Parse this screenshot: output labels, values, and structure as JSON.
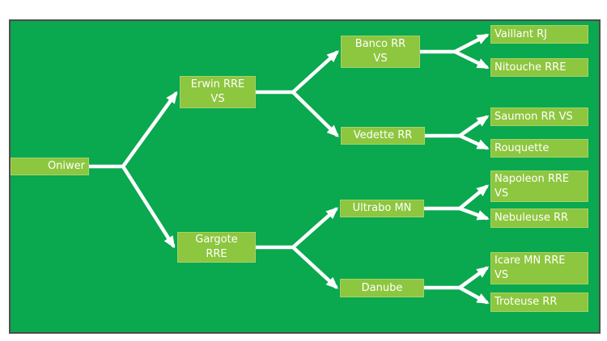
{
  "colors": {
    "page_background": "#ffffff",
    "panel_background": "#0aa84f",
    "panel_border": "#4c4c4c",
    "node_background": "#8dc63f",
    "node_text": "#ffffff",
    "connector": "#ffffff"
  },
  "nodes": [
    {
      "id": "oniwer",
      "label": "Oniwer",
      "children": [
        "erwin",
        "gargote"
      ]
    },
    {
      "id": "erwin",
      "label": "Erwin RRE\nVS",
      "children": [
        "banco",
        "vedette"
      ]
    },
    {
      "id": "gargote",
      "label": "Gargote\nRRE",
      "children": [
        "ultrabo",
        "danube"
      ]
    },
    {
      "id": "banco",
      "label": "Banco RR\nVS",
      "children": [
        "vaillant",
        "nitouche"
      ]
    },
    {
      "id": "vedette",
      "label": "Vedette RR",
      "children": [
        "saumon",
        "rouquette"
      ]
    },
    {
      "id": "ultrabo",
      "label": "Ultrabo MN",
      "children": [
        "napoleon",
        "nebuleuse"
      ]
    },
    {
      "id": "danube",
      "label": "Danube",
      "children": [
        "icare",
        "troteuse"
      ]
    },
    {
      "id": "vaillant",
      "label": "Vaillant RJ",
      "children": []
    },
    {
      "id": "nitouche",
      "label": "Nitouche RRE",
      "children": []
    },
    {
      "id": "saumon",
      "label": "Saumon RR VS",
      "children": []
    },
    {
      "id": "rouquette",
      "label": "Rouquette",
      "children": []
    },
    {
      "id": "napoleon",
      "label": "Napoleon RRE\nVS",
      "children": []
    },
    {
      "id": "nebuleuse",
      "label": "Nebuleuse RR",
      "children": []
    },
    {
      "id": "icare",
      "label": "Icare MN RRE\nVS",
      "children": []
    },
    {
      "id": "troteuse",
      "label": "Troteuse RR",
      "children": []
    }
  ]
}
